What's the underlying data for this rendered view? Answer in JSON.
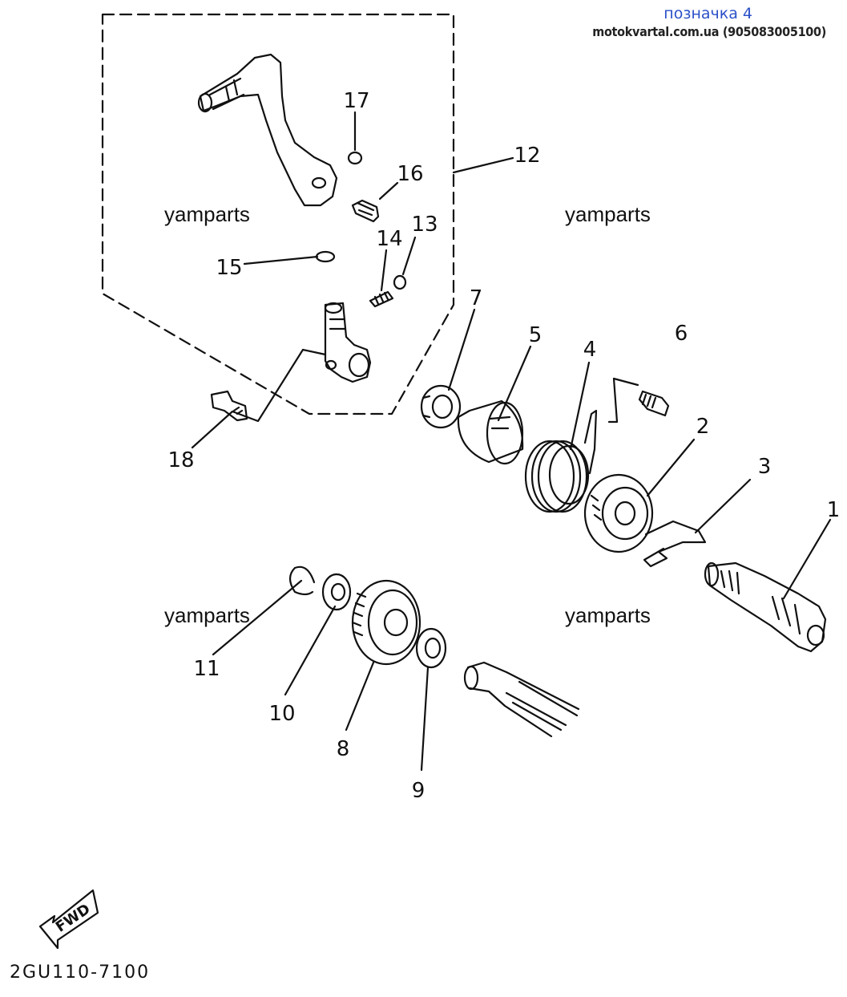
{
  "header": {
    "mark": "позначка 4",
    "site": "motokvartal.com.ua (905083005100)"
  },
  "watermarks": [
    "yamparts",
    "yamparts",
    "yamparts",
    "yamparts"
  ],
  "callouts": [
    "1",
    "2",
    "3",
    "4",
    "5",
    "6",
    "7",
    "8",
    "9",
    "10",
    "11",
    "12",
    "13",
    "14",
    "15",
    "16",
    "17",
    "18"
  ],
  "fwd_label": "FWD",
  "diagram_code": "2GU110-7100",
  "colors": {
    "line": "#111111",
    "header_mark": "#2b50c8",
    "background": "#ffffff"
  }
}
